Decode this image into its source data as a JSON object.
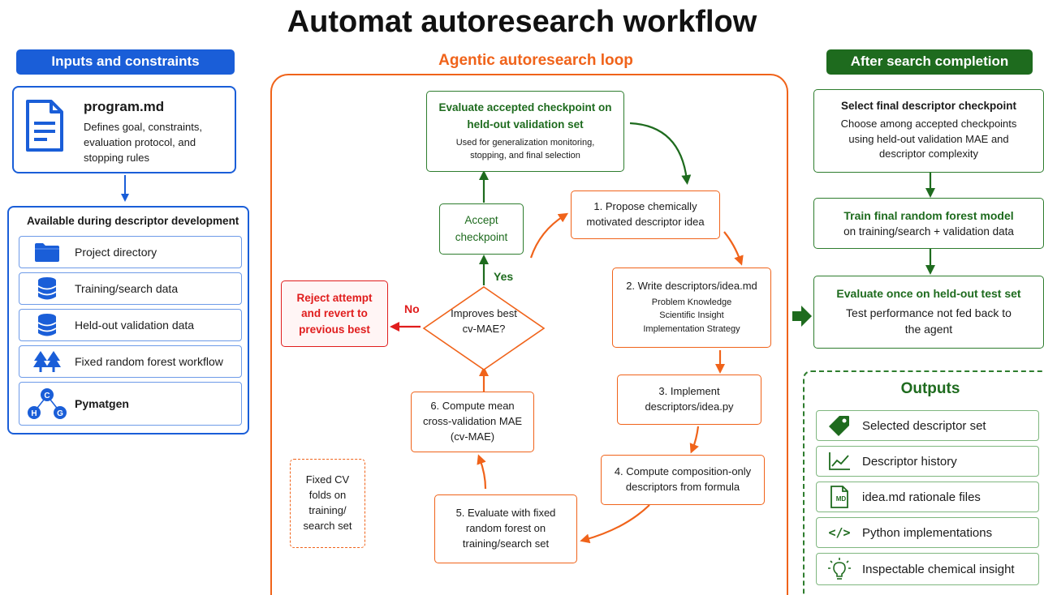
{
  "title": "Automat autoresearch workflow",
  "inputs": {
    "header": "Inputs and constraints",
    "program": {
      "name": "program.md",
      "description": "Defines goal, constraints, evaluation protocol, and stopping rules"
    },
    "available": {
      "title": "Available during descriptor development",
      "items": [
        {
          "label": "Project directory",
          "icon": "folder-icon"
        },
        {
          "label": "Training/search data",
          "icon": "database-icon"
        },
        {
          "label": "Held-out validation data",
          "icon": "database-icon"
        },
        {
          "label": "Fixed random forest workflow",
          "icon": "trees-icon"
        },
        {
          "label": "Pymatgen",
          "icon": "molecule-icon",
          "atoms": [
            "C",
            "H",
            "G"
          ]
        }
      ]
    }
  },
  "loop": {
    "header": "Agentic autoresearch loop",
    "evaluate_checkpoint": {
      "title": "Evaluate accepted checkpoint on held-out validation set",
      "note": "Used for generalization monitoring, stopping, and final selection"
    },
    "accept": "Accept checkpoint",
    "decision": "Improves best cv-MAE?",
    "yes_label": "Yes",
    "no_label": "No",
    "reject": "Reject attempt and revert to previous best",
    "step1": "1.  Propose chemically motivated descriptor idea",
    "step2": {
      "title": "2.  Write descriptors/idea.md",
      "lines": [
        "Problem Knowledge",
        "Scientific Insight",
        "Implementation Strategy"
      ]
    },
    "step3": "3.  Implement descriptors/idea.py",
    "step4": "4.  Compute composition-only descriptors from formula",
    "step5": "5.  Evaluate with fixed random forest on training/search set",
    "step6": "6.  Compute mean cross-validation MAE (cv-MAE)",
    "fixed_cv": "Fixed CV folds on training/ search set"
  },
  "after": {
    "header": "After search completion",
    "select": {
      "title": "Select final descriptor checkpoint",
      "text": "Choose among accepted checkpoints using held-out validation MAE and descriptor complexity"
    },
    "train": {
      "title": "Train final random forest model",
      "text": "on training/search + validation data"
    },
    "evaluate": {
      "title": "Evaluate once on held-out test set",
      "text": "Test performance not fed back to the agent"
    },
    "outputs": {
      "title": "Outputs",
      "items": [
        {
          "label": "Selected descriptor set",
          "icon": "tag-icon"
        },
        {
          "label": "Descriptor history",
          "icon": "line-chart-icon"
        },
        {
          "label": "idea.md rationale files",
          "icon": "md-file-icon",
          "icon_text": "MD"
        },
        {
          "label": "Python implementations",
          "icon": "code-icon",
          "icon_text": "</>"
        },
        {
          "label": "Inspectable chemical insight",
          "icon": "lightbulb-icon"
        }
      ]
    }
  },
  "colors": {
    "blue": "#1a5ed8",
    "orange": "#f0631a",
    "green": "#1e6b1e",
    "red": "#e01d1d"
  }
}
